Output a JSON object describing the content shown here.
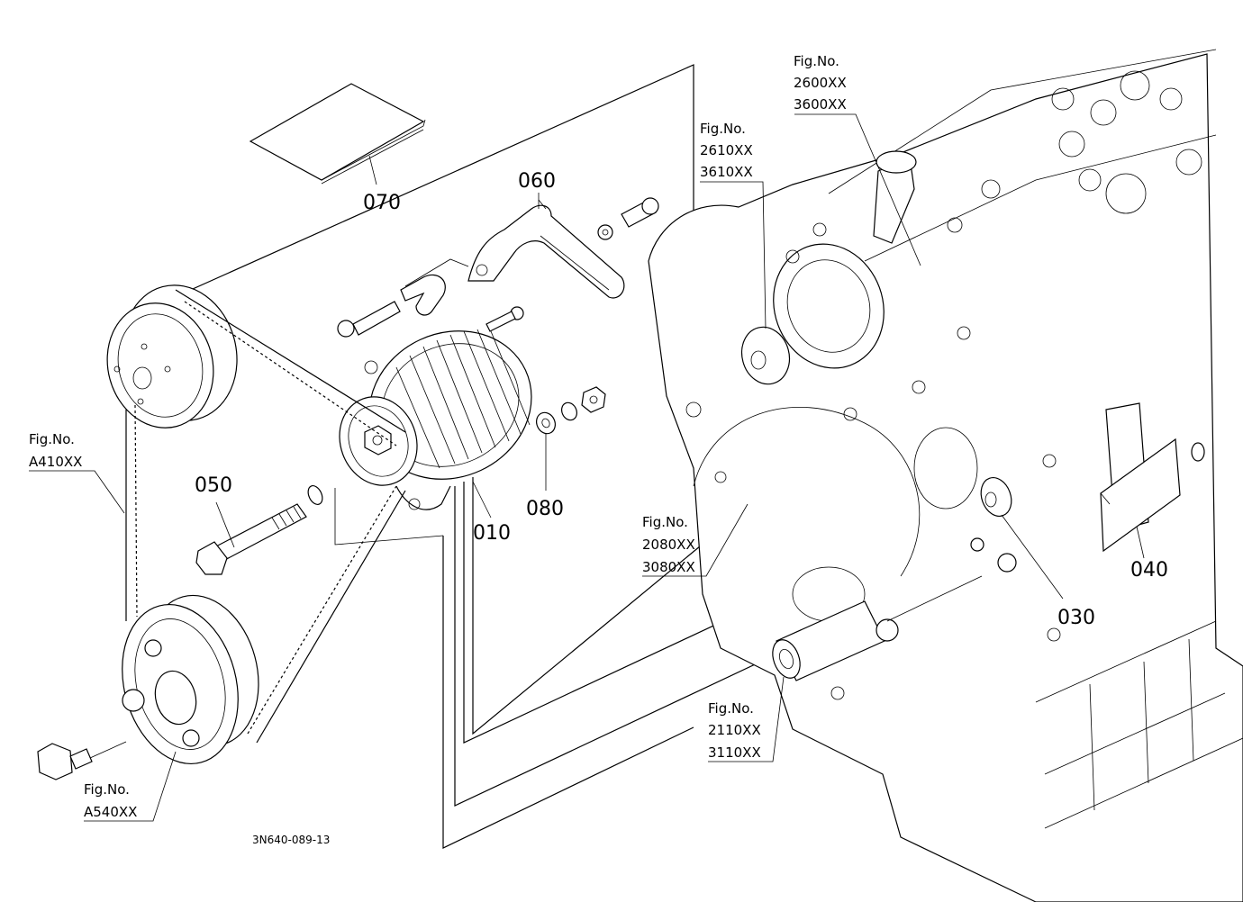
{
  "parts": {
    "p010": "010",
    "p030": "030",
    "p040": "040",
    "p050": "050",
    "p060": "060",
    "p070": "070",
    "p080": "080"
  },
  "fig_refs": {
    "fig_prefix": "Fig.No.",
    "water_pump": [
      "2600XX",
      "3600XX"
    ],
    "fan_pulley": [
      "2610XX",
      "3610XX"
    ],
    "crankcase": [
      "2080XX",
      "3080XX"
    ],
    "injection_pump_gear": [
      "2110XX",
      "3110XX"
    ],
    "fan_belt": [
      "A410XX"
    ],
    "crank_pulley": [
      "A540XX"
    ]
  },
  "drawing_code": "3N640-089-13",
  "colors": {
    "line": "#000000",
    "background": "#ffffff"
  }
}
